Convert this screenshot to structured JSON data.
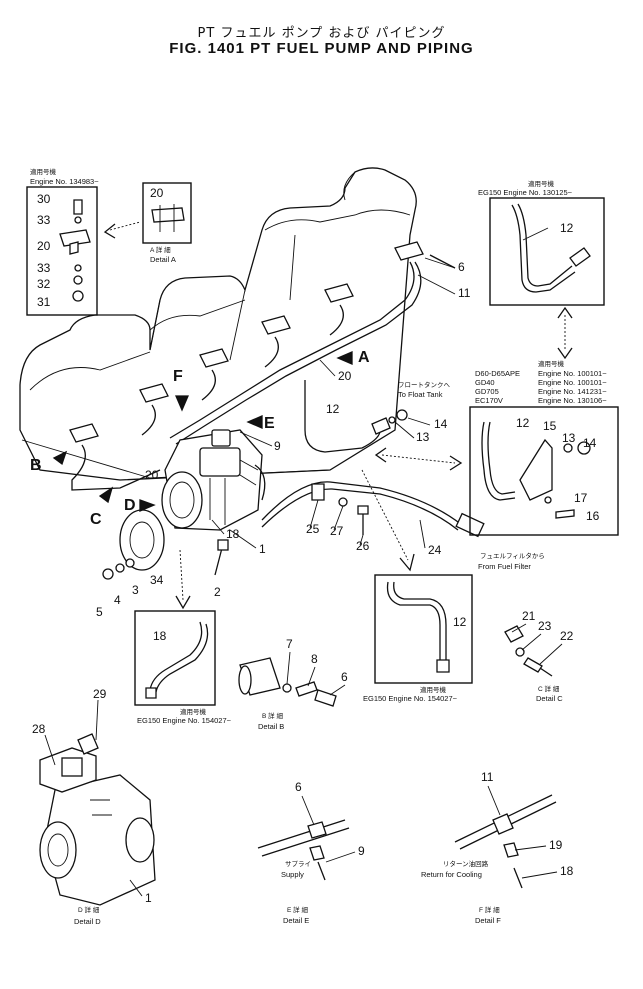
{
  "title": {
    "japanese": "PT フュエル ポンプ および パイピング",
    "english": "FIG. 1401   PT  FUEL  PUMP  AND  PIPING"
  },
  "inset_a": {
    "header_jp": "適用号機",
    "serial": "Engine  No. 134983~",
    "callouts": [
      "30",
      "33",
      "20",
      "33",
      "32",
      "31"
    ]
  },
  "detail_a": {
    "callout": "20",
    "caption_jp": "A 詳 細",
    "caption_en": "Detail A"
  },
  "inset_eg150_top": {
    "header_jp": "適用号機",
    "serial": "EG150  Engine  No. 130125~",
    "callout": "12"
  },
  "inset_models": {
    "header_jp": "適用号機",
    "rows": [
      {
        "model": "D60-D65APE",
        "serial": "Engine  No. 100101~"
      },
      {
        "model": "GD40",
        "serial": "Engine  No. 100101~"
      },
      {
        "model": "GD705",
        "serial": "Engine  No. 141231~"
      },
      {
        "model": "EC170V",
        "serial": "Engine  No. 130106~"
      }
    ],
    "callouts": [
      "12",
      "15",
      "13",
      "14",
      "17",
      "16"
    ]
  },
  "float_tank": {
    "label_jp": "フロートタンクへ",
    "label_en": "To Float Tank"
  },
  "fuel_filter": {
    "label_jp": "フュエルフィルタから",
    "label_en": "From Fuel Filter"
  },
  "main_callouts": [
    "6",
    "11",
    "20",
    "12",
    "14",
    "13",
    "9",
    "18",
    "1",
    "25",
    "27",
    "26",
    "24",
    "2",
    "5",
    "4",
    "3",
    "34",
    "20"
  ],
  "directions": [
    "A",
    "B",
    "C",
    "D",
    "E",
    "F"
  ],
  "inset_eg150_bottom": {
    "callout": "12",
    "header_jp": "適用号機",
    "serial": "EG150  Engine  No. 154027~"
  },
  "inset_18": {
    "callout": "18",
    "header_jp": "適用号機",
    "serial": "EG150  Engine  No. 154027~"
  },
  "detail_b": {
    "callouts": [
      "7",
      "8",
      "6"
    ],
    "caption_jp": "B 詳 細",
    "caption_en": "Detail B"
  },
  "detail_c": {
    "callouts": [
      "21",
      "23",
      "22"
    ],
    "caption_jp": "C 詳 細",
    "caption_en": "Detail C"
  },
  "detail_d": {
    "callouts": [
      "29",
      "28",
      "1"
    ],
    "caption_jp": "D 詳 細",
    "caption_en": "Detail D"
  },
  "detail_e": {
    "callouts": [
      "6",
      "9"
    ],
    "supply_jp": "サプライ",
    "supply_en": "Supply",
    "caption_jp": "E 詳 細",
    "caption_en": "Detail E"
  },
  "detail_f": {
    "callouts": [
      "11",
      "19",
      "18"
    ],
    "return_jp": "リターン油回路",
    "return_en": "Return  for  Cooling",
    "caption_jp": "F 詳 細",
    "caption_en": "Detail F"
  }
}
